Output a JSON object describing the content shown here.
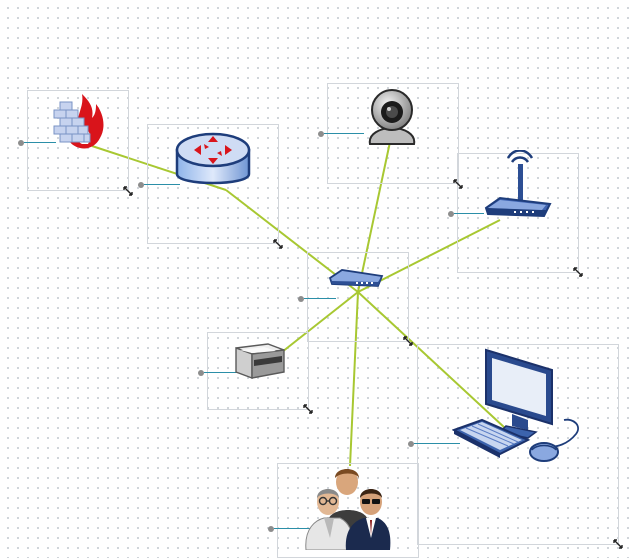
{
  "diagram": {
    "type": "network-topology",
    "link_color": "#a8c832",
    "stem_color": "#2b8fa8",
    "frame_color": "#d2d6db",
    "nodes": [
      {
        "id": "firewall",
        "icon": "firewall-icon"
      },
      {
        "id": "router",
        "icon": "router-icon"
      },
      {
        "id": "webcam",
        "icon": "webcam-icon"
      },
      {
        "id": "wireless-ap",
        "icon": "wireless-access-point-icon"
      },
      {
        "id": "switch",
        "icon": "network-switch-icon"
      },
      {
        "id": "printer",
        "icon": "printer-icon"
      },
      {
        "id": "workstation",
        "icon": "desktop-computer-icon"
      },
      {
        "id": "users",
        "icon": "user-group-icon"
      }
    ],
    "links": [
      {
        "from": "firewall",
        "to": "router"
      },
      {
        "from": "router",
        "to": "switch"
      },
      {
        "from": "webcam",
        "to": "switch"
      },
      {
        "from": "wireless-ap",
        "to": "switch"
      },
      {
        "from": "printer",
        "to": "switch"
      },
      {
        "from": "workstation",
        "to": "switch"
      },
      {
        "from": "users",
        "to": "switch"
      }
    ]
  }
}
